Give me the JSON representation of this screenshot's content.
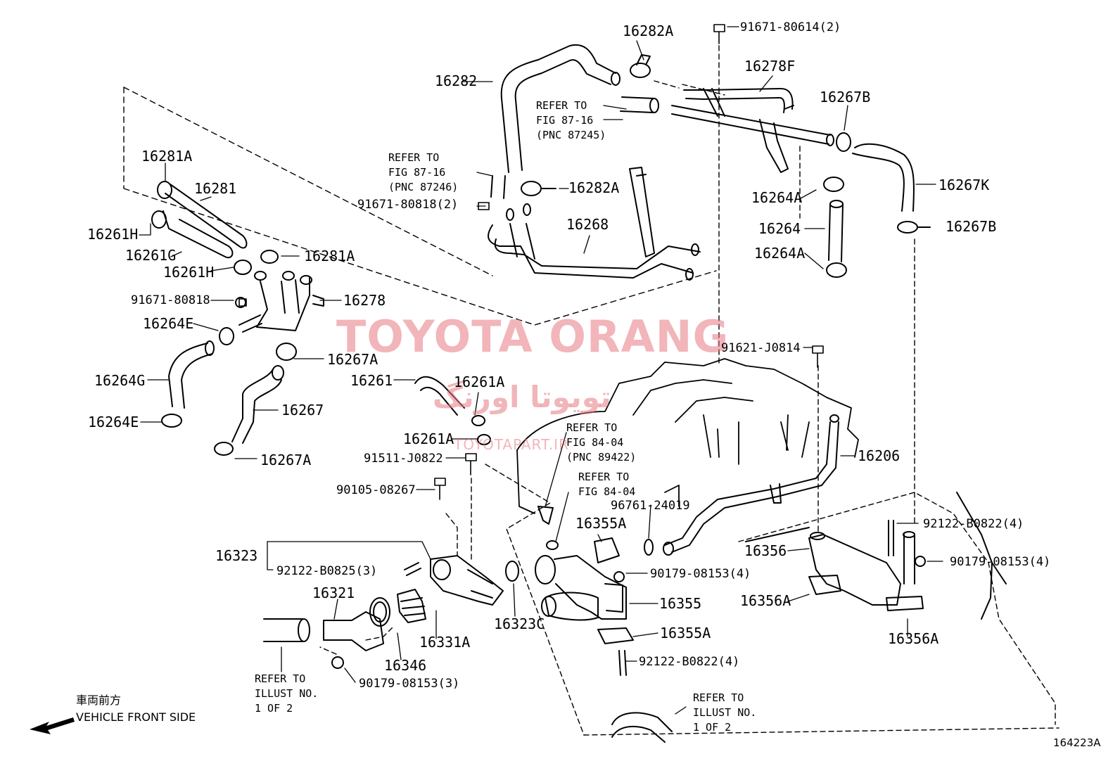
{
  "watermark": {
    "brand": "TOYOTA ORANG",
    "arabic": "تويوتا اورنگ",
    "site": "TOYOTAPART.IR"
  },
  "direction": {
    "japanese": "車両前方",
    "english": "VEHICLE FRONT SIDE"
  },
  "diagram_code": "164223A",
  "notes": {
    "ref_87_16_87245": "REFER TO\nFIG 87-16\n(PNC 87245)",
    "ref_87_16_87246": "REFER TO\nFIG 87-16\n(PNC 87246)",
    "ref_84_04_89422": "REFER TO\nFIG 84-04\n(PNC 89422)",
    "ref_84_04": "REFER TO\nFIG 84-04",
    "ref_illust_left": "REFER TO\nILLUST NO.\n1 OF 2",
    "ref_illust_bottom": "REFER TO\nILLUST NO.\n1 OF 2"
  },
  "parts": {
    "p16282A_top": "16282A",
    "p91671_80614": "91671-80614(2)",
    "p16282": "16282",
    "p16278F": "16278F",
    "p16267B_top": "16267B",
    "p16281A_left": "16281A",
    "p16281": "16281",
    "p16261H_a": "16261H",
    "p16261G": "16261G",
    "p16261H_b": "16261H",
    "p16281A_right": "16281A",
    "p91671_80818_a": "91671-80818(2)",
    "p16282A_mid": "16282A",
    "p16268": "16268",
    "p16264A_a": "16264A",
    "p16267K": "16267K",
    "p16267B_right": "16267B",
    "p16264": "16264",
    "p16264A_b": "16264A",
    "p91671_80818_b": "91671-80818",
    "p16278": "16278",
    "p16264E_a": "16264E",
    "p16267A_a": "16267A",
    "p16264G": "16264G",
    "p16267": "16267",
    "p16264E_b": "16264E",
    "p16267A_b": "16267A",
    "p16261": "16261",
    "p16261A_a": "16261A",
    "p16261A_b": "16261A",
    "p91511_J0822": "91511-J0822",
    "p90105_08267": "90105-08267",
    "p91621_J0814": "91621-J0814",
    "p16206": "16206",
    "p96761_24019": "96761-24019",
    "p16355A_a": "16355A",
    "p16323": "16323",
    "p92122_B0825": "92122-B0825(3)",
    "p16321": "16321",
    "p16331A": "16331A",
    "p16346": "16346",
    "p16323C": "16323C",
    "p90179_08153_3": "90179-08153(3)",
    "p90179_08153_4a": "90179-08153(4)",
    "p16355": "16355",
    "p16355A_b": "16355A",
    "p92122_B0822_a": "92122-B0822(4)",
    "p16356": "16356",
    "p16356A_a": "16356A",
    "p16356A_b": "16356A",
    "p92122_B0822_b": "92122-B0822(4)",
    "p90179_08153_4b": "90179-08153(4)"
  }
}
